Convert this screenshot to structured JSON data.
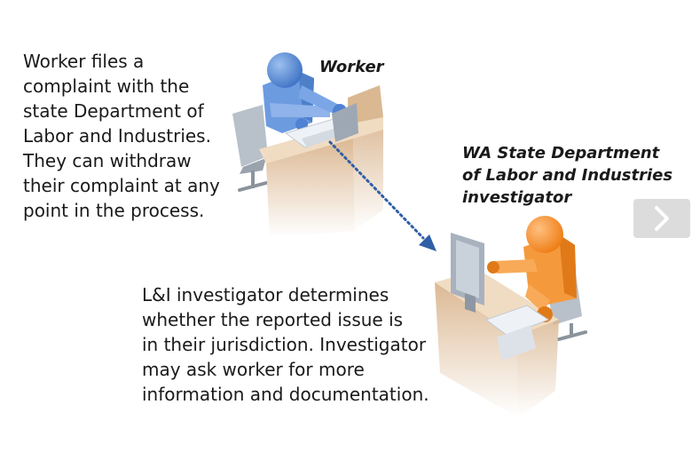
{
  "step_1": {
    "lines": [
      "Worker files a",
      "complaint with the",
      "state Department of",
      "Labor and Industries.",
      "They can withdraw",
      "their complaint at any",
      "point in the process."
    ]
  },
  "step_2": {
    "lines": [
      "L&I investigator determines",
      "whether the reported issue is",
      "in their jurisdiction. Investigator",
      "may ask worker for more",
      "information and documentation."
    ]
  },
  "labels": {
    "worker": "Worker",
    "investigator_lines": [
      "WA State Department",
      "of Labor and Industries",
      "investigator"
    ]
  },
  "icons": {
    "next": "chevron-right-icon",
    "worker_figure": "worker-at-desk-icon",
    "investigator_figure": "investigator-at-desk-icon",
    "connector": "dotted-arrow-icon"
  },
  "colors": {
    "worker_blue": "#5b8fd6",
    "investigator_orange": "#f28c28",
    "desk_tan": "#e6caa8",
    "arrow_blue": "#2f5fa6",
    "next_button_bg": "#dcdcdc"
  }
}
